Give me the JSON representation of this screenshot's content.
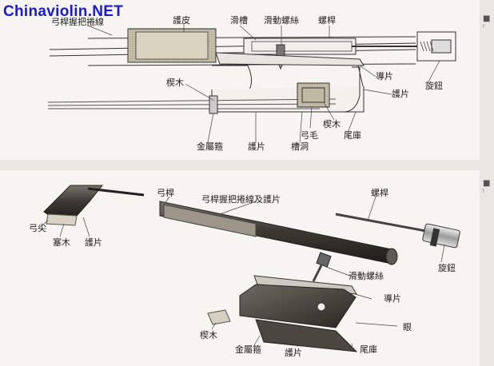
{
  "watermark": "Chinaviolin.NET",
  "edge_glyphs": [
    "■ ᵎ",
    "■ ᵎ"
  ],
  "top_diagram": {
    "labels": {
      "grip": "弓桿握把捲線",
      "leather": "護皮",
      "groove": "滑槽",
      "slide_screw": "滑動螺絲",
      "screw": "螺桿",
      "guide": "導片",
      "button": "旋鈕",
      "guard_right": "護片",
      "wedge_left": "楔木",
      "metal_ring": "金屬箍",
      "guard_bottom": "護片",
      "slot": "槽洞",
      "hair": "弓毛",
      "wedge_right": "楔木",
      "frog": "尾庫"
    }
  },
  "bottom_diagram": {
    "labels": {
      "tip": "弓尖",
      "plug": "塞木",
      "tip_guard": "護片",
      "stick": "弓桿",
      "grip_guard": "弓桿握把捲線及護片",
      "screw": "螺桿",
      "button": "旋鈕",
      "slide_screw": "滑動螺絲",
      "guide": "導片",
      "eye": "眼",
      "wedge": "楔木",
      "metal_ring": "金屬箍",
      "guard": "護片",
      "frog": "尾庫"
    }
  }
}
